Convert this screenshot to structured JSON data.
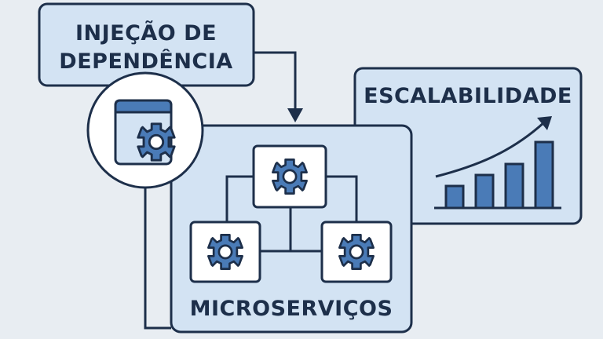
{
  "labels": {
    "injecao_line1": "INJEÇÃO DE",
    "injecao_line2": "DEPENDÊNCIA",
    "escalabilidade": "ESCALABILIDADE",
    "microservicos": "MICROSERVIÇOS"
  },
  "colors": {
    "background": "#e8edf2",
    "box_fill": "#d3e3f3",
    "stroke": "#1d2f4a",
    "accent": "#4a7bb7",
    "white": "#ffffff"
  },
  "icons": [
    "window-gear-icon",
    "gear-icon",
    "bar-chart-icon",
    "trend-arrow-icon"
  ],
  "chart_data": {
    "type": "bar",
    "values": [
      2,
      3,
      4,
      6
    ],
    "trend": "increasing"
  }
}
